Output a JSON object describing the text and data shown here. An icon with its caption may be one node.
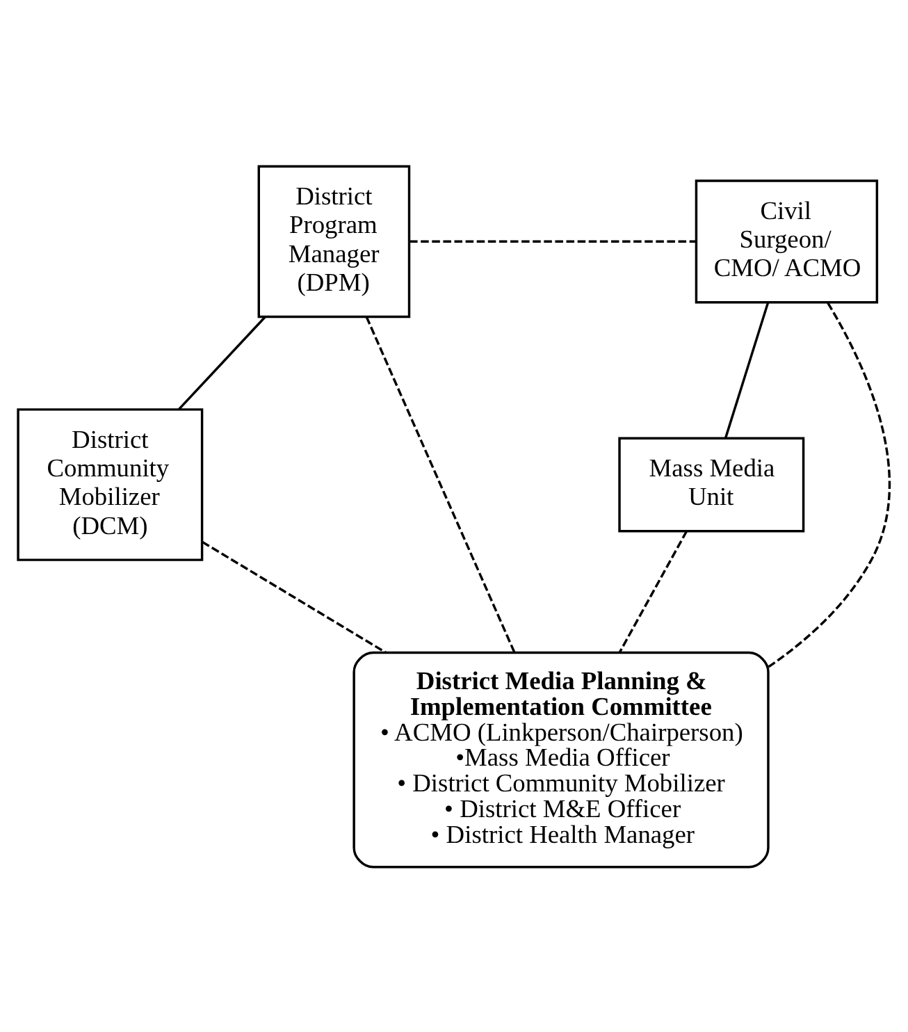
{
  "diagram": {
    "nodes": [
      {
        "text": [
          "District Program Manager (DPM)"
        ]
      },
      {
        "text": [
          "Civil Surgeon/ CMO/ ACMO"
        ]
      },
      {
        "text": [
          "District Community Mobilizer (DCM)"
        ]
      },
      {
        "text": [
          "Mass Media Unit"
        ]
      },
      {
        "text": [
          "District Media Planning & Implementation Committee",
          "• ACMO (Linkperson/Chairperson)",
          "•Mass Media Officer",
          "• District Community Mobilizer",
          "• District M&E Officer",
          "• District Health Manager"
        ]
      }
    ],
    "edges": [
      {
        "from": 0,
        "to": 1,
        "arrow": "none",
        "style": "dashed"
      },
      {
        "from": 0,
        "to": 2,
        "arrow": "none"
      },
      {
        "from": 1,
        "to": 3,
        "arrow": "none"
      },
      {
        "from": 0,
        "to": 4,
        "arrow": "none",
        "style": "dashed"
      },
      {
        "from": 1,
        "to": 4,
        "arrow": "none",
        "style": "dashed"
      },
      {
        "from": 2,
        "to": 4,
        "arrow": "none",
        "style": "dashed"
      },
      {
        "from": 3,
        "to": 4,
        "arrow": "none",
        "style": "dashed"
      }
    ]
  }
}
